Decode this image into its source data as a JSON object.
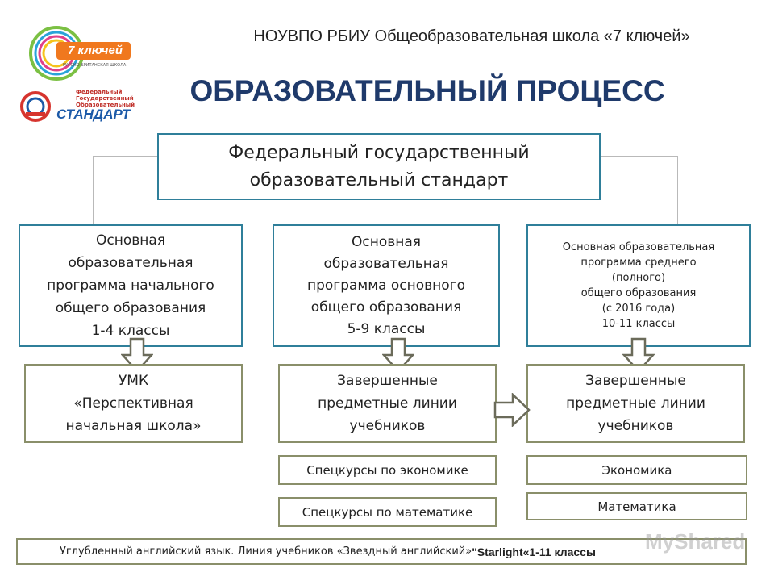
{
  "header": {
    "org": "НОУВПО РБИУ Общеобразовательная школа «7 ключей»",
    "title": "ОБРАЗОВАТЕЛЬНЫЙ ПРОЦЕСС"
  },
  "logos": {
    "keys_logo_text": "7 ключей",
    "keys_logo_sub": "РУССКО-БРИТАНСКАЯ ШКОЛА",
    "fgos_logo_caption": "Федеральный\nГосударственный\nОбразовательный",
    "fgos_logo_word": "СТАНДАРТ"
  },
  "top_box": "Федеральный государственный\nобразовательный стандарт",
  "programs": [
    "Основная\nобразовательная\nпрограмма начального\nобщего образования\n1-4 классы",
    "Основная\nобразовательная\nпрограмма основного\nобщего образования\n5-9 классы",
    "Основная образовательная\nпрограмма среднего\n(полного)\nобщего образования\n(с 2016 года)\n10-11 классы"
  ],
  "textbooks": [
    "УМК\n«Перспективная\nначальная школа»",
    "Завершенные\nпредметные линии\nучебников",
    "Завершенные\nпредметные линии\nучебников"
  ],
  "special_courses": {
    "economics_mid": "Спецкурсы по экономике",
    "math_mid": "Спецкурсы по математике",
    "economics_high": "Экономика",
    "math_high": "Математика"
  },
  "footer": {
    "text": "Углубленный английский язык. Линия учебников «Звездный английский» ",
    "bold": "\"Starlight«1-11 классы"
  },
  "watermark": "MyShared",
  "colors": {
    "title": "#1f3a6b",
    "blue_border": "#2f7f9a",
    "olive_border": "#8a8f6a",
    "logo_orange": "#f0781e",
    "logo_blue": "#1c5aa8"
  }
}
